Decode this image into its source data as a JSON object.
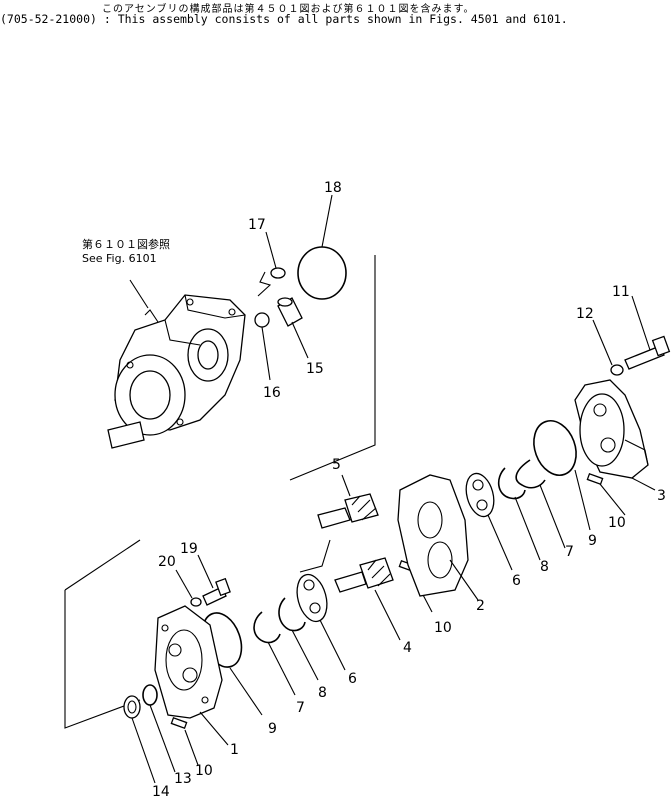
{
  "header": {
    "japanese_note": "このアセンブリの構成部品は第４５０１図および第６１０１図を含みます。",
    "english_note": "(705-52-21000) : This assembly consists of all parts shown in Figs. 4501 and 6101."
  },
  "reference": {
    "japanese": "第６１０１図参照",
    "english": "See Fig. 6101"
  },
  "callouts": {
    "c1": "1",
    "c2": "2",
    "c3": "3",
    "c4": "4",
    "c5": "5",
    "c6a": "6",
    "c6b": "6",
    "c7a": "7",
    "c7b": "7",
    "c8a": "8",
    "c8b": "8",
    "c9a": "9",
    "c9b": "9",
    "c10a": "10",
    "c10b": "10",
    "c10c": "10",
    "c11": "11",
    "c12": "12",
    "c13": "13",
    "c14": "14",
    "c15": "15",
    "c16": "16",
    "c17": "17",
    "c18": "18",
    "c19": "19",
    "c20": "20"
  }
}
